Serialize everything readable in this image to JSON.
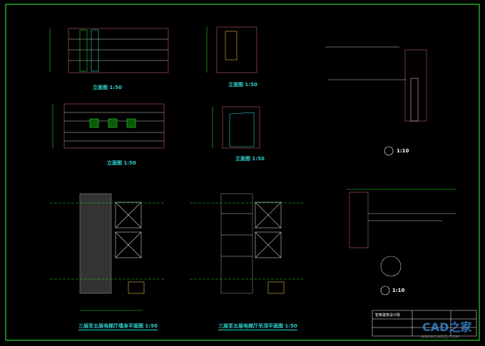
{
  "titles": {
    "elev1": "立面图  1:50",
    "elev2": "立面图  1:50",
    "elev3": "立面图  1:50",
    "elev4": "立面图  1:50",
    "plan1": "三层至五层电梯厅墙身平面图  1:50",
    "plan2": "三层至五层电梯厅吊顶平面图  1:50",
    "detail1": "1:10",
    "detail2": "1:10"
  },
  "title_block": {
    "institute": "智泰建筑设计院"
  },
  "watermark": {
    "brand": "CAD之家",
    "url": "WWW.CADZJ.COM"
  },
  "colors": {
    "frame": "#33cc33",
    "line": "#e8e8e8",
    "accent": "#2fd3d3",
    "wall": "#c06060",
    "green": "#22dd22"
  }
}
